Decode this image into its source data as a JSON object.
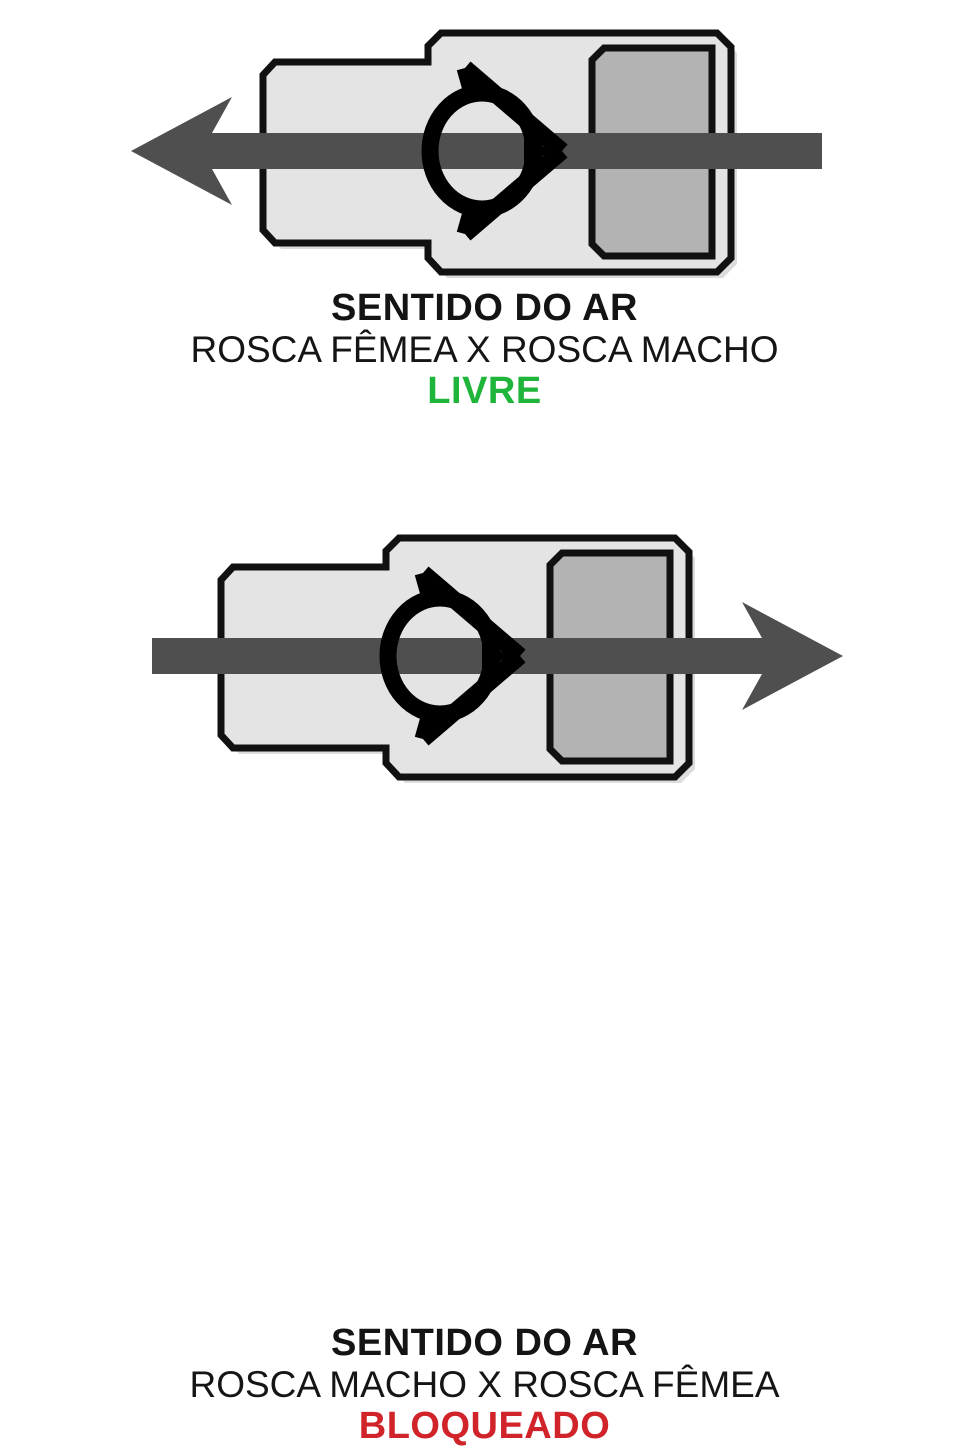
{
  "document": {
    "title": "Sentido do Ar - Valvula de Retencao",
    "background_color": "#FFFFFF"
  },
  "palette": {
    "body_light_gray": "#E4E4E4",
    "body_dark_gray": "#B3B3B3",
    "outline_black": "#111111",
    "arrow_gray": "#4F4F4F",
    "status_free_green": "#1FB53A",
    "status_blocked_red": "#D1232A",
    "text_black": "#141414"
  },
  "panels": [
    {
      "id": "top",
      "diagram": {
        "name": "check-valve-diagram-free",
        "valve_symbol": "check-valve-ball-and-seat",
        "arrow": {
          "name": "airflow-arrow-left",
          "direction": "left",
          "color": "#4F4F4F"
        },
        "body": {
          "female_thread_side": "left",
          "male_thread_side": "right",
          "light_section_color": "#E4E4E4",
          "dark_section_color": "#B3B3B3"
        }
      },
      "caption": {
        "title": "SENTIDO DO AR",
        "subtitle": "ROSCA FÊMEA X ROSCA MACHO",
        "status": "LIVRE",
        "status_color": "#1FB53A"
      }
    },
    {
      "id": "bottom",
      "diagram": {
        "name": "check-valve-diagram-blocked",
        "valve_symbol": "check-valve-ball-and-seat",
        "arrow": {
          "name": "airflow-arrow-right",
          "direction": "right",
          "color": "#4F4F4F"
        },
        "body": {
          "female_thread_side": "left",
          "male_thread_side": "right",
          "light_section_color": "#E4E4E4",
          "dark_section_color": "#B3B3B3"
        }
      },
      "caption": {
        "title": "SENTIDO DO AR",
        "subtitle": "ROSCA MACHO X ROSCA FÊMEA",
        "status": "BLOQUEADO",
        "status_color": "#D1232A"
      }
    }
  ]
}
